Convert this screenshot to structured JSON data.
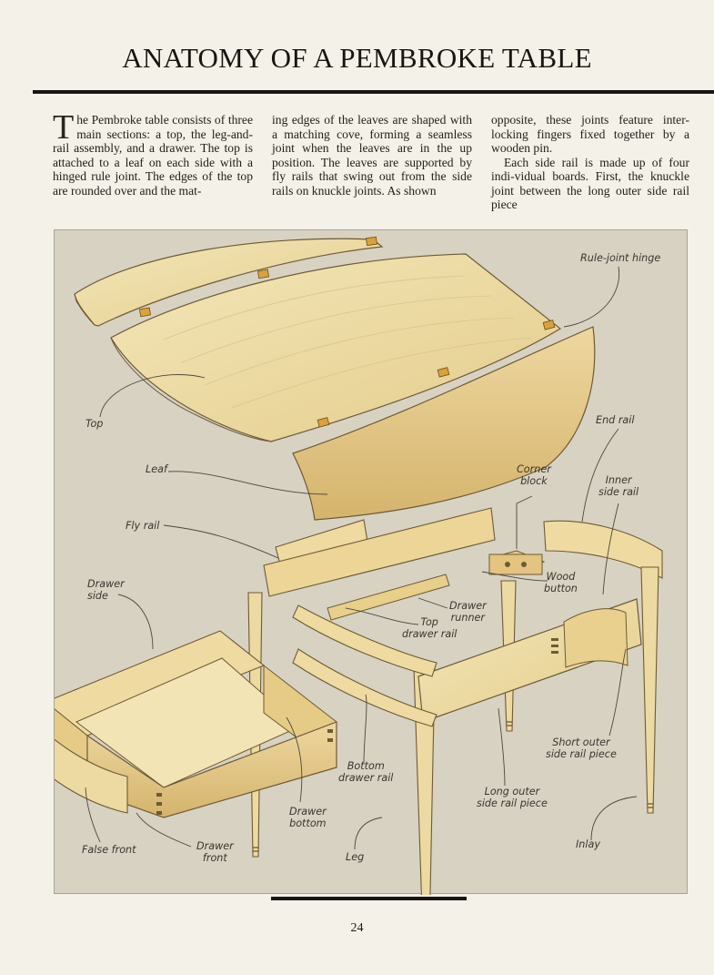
{
  "page": {
    "title": "ANATOMY OF A PEMBROKE TABLE",
    "page_number": "24"
  },
  "body": {
    "col1_drop": "T",
    "col1": "he Pembroke table consists of three main sections: a top, the leg-and-rail assembly, and a drawer. The top is attached to a leaf on each side with a hinged rule joint. The edges of the top are rounded over and the mat-",
    "col2": "ing edges of the leaves are shaped with a matching cove, forming a seamless joint when the leaves are in the up position. The leaves are supported by fly rails that swing out from the side rails on knuckle joints. As shown",
    "col3_p1": "opposite, these joints feature inter-locking fingers fixed together by a wooden pin.",
    "col3_p2": "Each side rail is made up of four indi-vidual boards. First, the knuckle joint between the long outer side rail piece"
  },
  "labels": {
    "rule_joint_hinge": "Rule-joint hinge",
    "top": "Top",
    "leaf": "Leaf",
    "end_rail": "End rail",
    "corner_block_1": "Corner",
    "corner_block_2": "block",
    "inner_side_rail_1": "Inner",
    "inner_side_rail_2": "side rail",
    "fly_rail": "Fly rail",
    "wood_button_1": "Wood",
    "wood_button_2": "button",
    "drawer_side_1": "Drawer",
    "drawer_side_2": "side",
    "drawer_runner_1": "Drawer",
    "drawer_runner_2": "runner",
    "top_drawer_rail_1": "Top",
    "top_drawer_rail_2": "drawer rail",
    "short_outer_side_rail_piece_1": "Short outer",
    "short_outer_side_rail_piece_2": "side rail piece",
    "bottom_drawer_rail_1": "Bottom",
    "bottom_drawer_rail_2": "drawer rail",
    "long_outer_side_rail_piece_1": "Long outer",
    "long_outer_side_rail_piece_2": "side rail piece",
    "drawer_bottom_1": "Drawer",
    "drawer_bottom_2": "bottom",
    "false_front": "False front",
    "drawer_front_1": "Drawer",
    "drawer_front_2": "front",
    "leg": "Leg",
    "inlay": "Inlay"
  },
  "colors": {
    "wood_light": "#efdfa9",
    "wood_mid": "#e6cf8c",
    "wood_dark": "#d5b46c",
    "figure_bg": "#d8d2c3",
    "hinge": "#d9a23a"
  }
}
